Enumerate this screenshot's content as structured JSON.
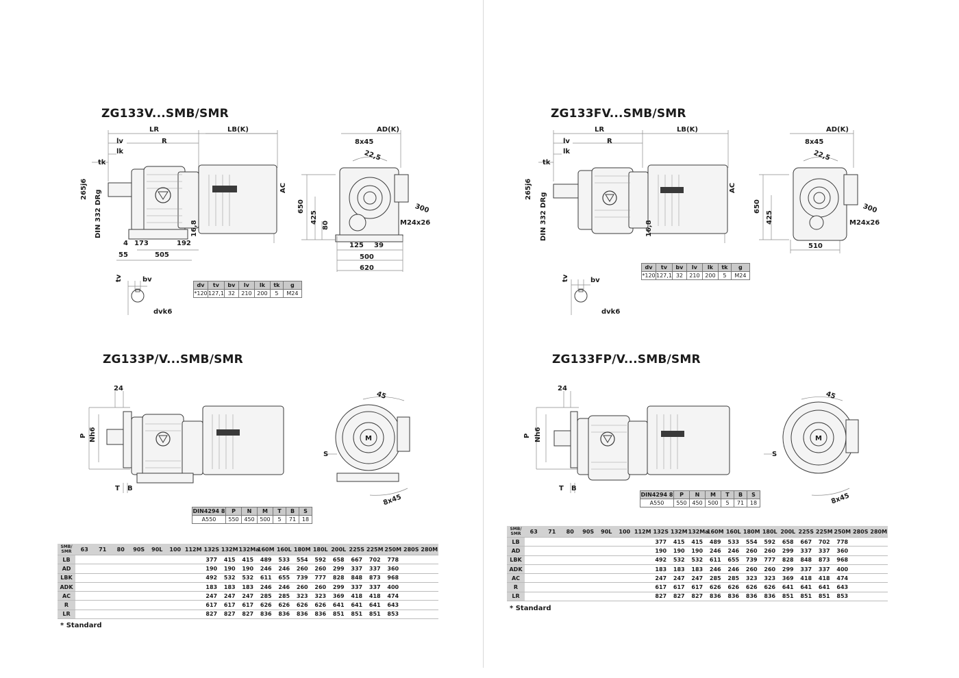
{
  "panels": [
    {
      "title": "ZG133V...SMB/SMR",
      "dims": {
        "LR": "LR",
        "LB": "LB(K)",
        "AD": "AD(K)",
        "lv": "lv",
        "lk": "lk",
        "tk": "tk",
        "R": "R",
        "bolt": "8x45",
        "angle": "22,5",
        "AC": "AC",
        "d1": "265j6",
        "din": "DIN 332 DRg",
        "h650": "650",
        "h425": "425",
        "h80": "80",
        "h16": "16,8",
        "c300": "300",
        "m24": "M24x26",
        "b4": "4",
        "b173": "173",
        "b192": "192",
        "b55": "55",
        "b505": "505",
        "b125": "125",
        "b39": "39",
        "b500": "500",
        "b620": "620",
        "tv": "tv",
        "bv": "bv",
        "dvk6": "dvk6"
      },
      "table": {
        "headers": [
          "dv",
          "tv",
          "bv",
          "lv",
          "lk",
          "tk",
          "g"
        ],
        "row": [
          "*120",
          "127,1",
          "32",
          "210",
          "200",
          "5",
          "M24"
        ]
      }
    },
    {
      "title": "ZG133FV...SMB/SMR",
      "dims": {
        "LR": "LR",
        "LB": "LB(K)",
        "AD": "AD(K)",
        "lv": "lv",
        "lk": "lk",
        "tk": "tk",
        "R": "R",
        "bolt": "8x45",
        "angle": "22,5",
        "AC": "AC",
        "d1": "265j6",
        "din": "DIN 332 DRg",
        "h650": "650",
        "h425": "425",
        "h16": "16,8",
        "c300": "300",
        "m24": "M24x26",
        "b510": "510",
        "tv": "tv",
        "bv": "bv",
        "dvk6": "dvk6"
      },
      "table": {
        "headers": [
          "dv",
          "tv",
          "bv",
          "lv",
          "lk",
          "tk",
          "g"
        ],
        "row": [
          "*120",
          "127,1",
          "32",
          "210",
          "200",
          "5",
          "M24"
        ]
      }
    },
    {
      "title": "ZG133P/V...SMB/SMR",
      "dims": {
        "d24": "24",
        "P": "P",
        "N": "Nh6",
        "T": "T",
        "B": "B",
        "S": "S",
        "a45": "45",
        "bolt": "8x45"
      },
      "table": {
        "headers": [
          "DIN4294 8",
          "P",
          "N",
          "M",
          "T",
          "B",
          "S"
        ],
        "row": [
          "A550",
          "550",
          "450",
          "500",
          "5",
          "71",
          "18"
        ]
      }
    },
    {
      "title": "ZG133FP/V...SMB/SMR",
      "dims": {
        "d24": "24",
        "P": "P",
        "N": "Nh6",
        "T": "T",
        "B": "B",
        "S": "S",
        "a45": "45",
        "bolt": "8x45"
      },
      "table": {
        "headers": [
          "DIN4294 8",
          "P",
          "N",
          "M",
          "T",
          "B",
          "S"
        ],
        "row": [
          "A550",
          "550",
          "450",
          "500",
          "5",
          "71",
          "18"
        ]
      }
    }
  ],
  "motor_table": {
    "corner_top": "SMB/",
    "corner_bottom": "SMR",
    "columns": [
      "63",
      "71",
      "80",
      "90S",
      "90L",
      "100",
      "112M",
      "132S",
      "132M",
      "132Ma",
      "160M",
      "160L",
      "180M",
      "180L",
      "200L",
      "225S",
      "225M",
      "250M",
      "280S",
      "280M"
    ],
    "rows": [
      {
        "label": "LB",
        "values": [
          "",
          "",
          "",
          "",
          "",
          "",
          "",
          "377",
          "415",
          "415",
          "489",
          "533",
          "554",
          "592",
          "658",
          "667",
          "702",
          "778",
          "",
          ""
        ]
      },
      {
        "label": "AD",
        "values": [
          "",
          "",
          "",
          "",
          "",
          "",
          "",
          "190",
          "190",
          "190",
          "246",
          "246",
          "260",
          "260",
          "299",
          "337",
          "337",
          "360",
          "",
          ""
        ]
      },
      {
        "label": "LBK",
        "values": [
          "",
          "",
          "",
          "",
          "",
          "",
          "",
          "492",
          "532",
          "532",
          "611",
          "655",
          "739",
          "777",
          "828",
          "848",
          "873",
          "968",
          "",
          ""
        ]
      },
      {
        "label": "ADK",
        "values": [
          "",
          "",
          "",
          "",
          "",
          "",
          "",
          "183",
          "183",
          "183",
          "246",
          "246",
          "260",
          "260",
          "299",
          "337",
          "337",
          "400",
          "",
          ""
        ]
      },
      {
        "label": "AC",
        "values": [
          "",
          "",
          "",
          "",
          "",
          "",
          "",
          "247",
          "247",
          "247",
          "285",
          "285",
          "323",
          "323",
          "369",
          "418",
          "418",
          "474",
          "",
          ""
        ]
      },
      {
        "label": "R",
        "values": [
          "",
          "",
          "",
          "",
          "",
          "",
          "",
          "617",
          "617",
          "617",
          "626",
          "626",
          "626",
          "626",
          "641",
          "641",
          "641",
          "643",
          "",
          ""
        ]
      },
      {
        "label": "LR",
        "values": [
          "",
          "",
          "",
          "",
          "",
          "",
          "",
          "827",
          "827",
          "827",
          "836",
          "836",
          "836",
          "836",
          "851",
          "851",
          "851",
          "853",
          "",
          ""
        ]
      }
    ],
    "note": "* Standard"
  },
  "colors": {
    "line": "#3a3a3a",
    "dim_line": "#8a8a8a",
    "header_fill": "#cccccc",
    "casing": "#f4f4f4"
  }
}
